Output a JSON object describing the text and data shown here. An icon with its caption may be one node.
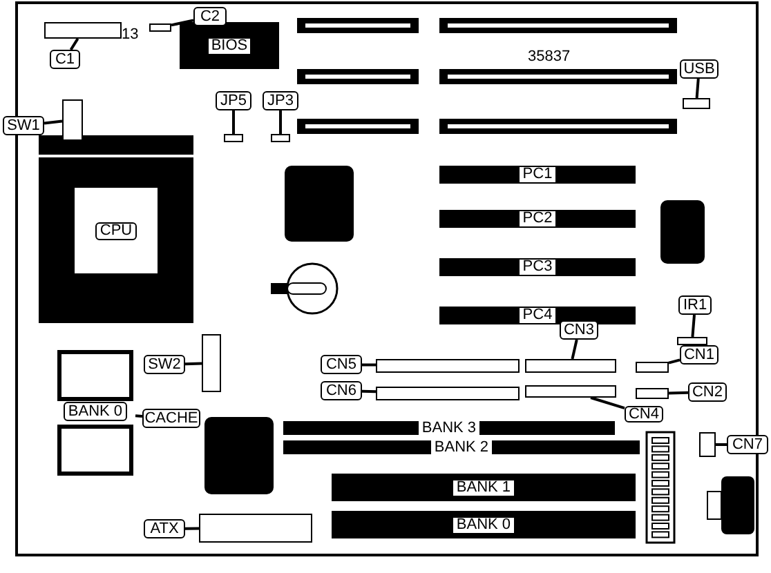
{
  "diagram": {
    "nodes": [
      {
        "text": [
          "C1"
        ]
      },
      {
        "text": [],
        "shape": "box"
      },
      {
        "text": [
          "C2"
        ]
      },
      {
        "text": [],
        "shape": "box"
      },
      {
        "text": [
          "BIOS"
        ]
      },
      {
        "text": [
          "SW1"
        ]
      },
      {
        "text": [],
        "shape": "box"
      },
      {
        "text": [
          "JP5"
        ]
      },
      {
        "text": [],
        "shape": "box"
      },
      {
        "text": [
          "JP3"
        ]
      },
      {
        "text": [],
        "shape": "box"
      },
      {
        "text": [
          "USB"
        ]
      },
      {
        "text": [],
        "shape": "box"
      },
      {
        "text": [
          "CPU"
        ]
      },
      {
        "text": [
          "PC1"
        ]
      },
      {
        "text": [
          "PC2"
        ]
      },
      {
        "text": [
          "PC3"
        ]
      },
      {
        "text": [
          "PC4"
        ]
      },
      {
        "text": [
          "SW2"
        ]
      },
      {
        "text": [],
        "shape": "box"
      },
      {
        "text": [
          "CN5"
        ]
      },
      {
        "text": [],
        "shape": "box"
      },
      {
        "text": [
          "CN6"
        ]
      },
      {
        "text": [],
        "shape": "box"
      },
      {
        "text": [
          "CN3"
        ]
      },
      {
        "text": [],
        "shape": "box"
      },
      {
        "text": [
          "IR1"
        ]
      },
      {
        "text": [],
        "shape": "box"
      },
      {
        "text": [
          "CN1"
        ]
      },
      {
        "text": [],
        "shape": "box"
      },
      {
        "text": [
          "CN2"
        ]
      },
      {
        "text": [],
        "shape": "box"
      },
      {
        "text": [
          "CN4"
        ]
      },
      {
        "text": [],
        "shape": "box"
      },
      {
        "text": [
          "CN7"
        ]
      },
      {
        "text": [],
        "shape": "box"
      },
      {
        "text": [
          "ATX"
        ]
      },
      {
        "text": [],
        "shape": "box"
      },
      {
        "text": [
          "CACHE"
        ]
      },
      {
        "text": [],
        "shape": "box"
      },
      {
        "text": [
          "BANK 0"
        ],
        "in": 39
      },
      {
        "text": [
          "BANK 3"
        ]
      },
      {
        "text": [
          "BANK 2"
        ]
      },
      {
        "text": [
          "BANK 1"
        ]
      },
      {
        "text": [
          "BANK 0"
        ]
      }
    ],
    "edges": [
      {
        "from": 0,
        "to": 1,
        "arrow": "none"
      },
      {
        "from": 2,
        "to": 3,
        "arrow": "none"
      },
      {
        "from": 5,
        "to": 6,
        "arrow": "none"
      },
      {
        "from": 7,
        "to": 8,
        "arrow": "none"
      },
      {
        "from": 9,
        "to": 10,
        "arrow": "none"
      },
      {
        "from": 11,
        "to": 12,
        "arrow": "none"
      },
      {
        "from": 18,
        "to": 19,
        "arrow": "none"
      },
      {
        "from": 20,
        "to": 21,
        "arrow": "none"
      },
      {
        "from": 22,
        "to": 23,
        "arrow": "none"
      },
      {
        "from": 24,
        "to": 25,
        "arrow": "none"
      },
      {
        "from": 26,
        "to": 27,
        "arrow": "none"
      },
      {
        "from": 28,
        "to": 29,
        "arrow": "none"
      },
      {
        "from": 30,
        "to": 31,
        "arrow": "none"
      },
      {
        "from": 32,
        "to": 33,
        "arrow": "none"
      },
      {
        "from": 34,
        "to": 35,
        "arrow": "none"
      },
      {
        "from": 36,
        "to": 37,
        "arrow": "none"
      },
      {
        "from": 38,
        "to": 39,
        "arrow": "none"
      }
    ],
    "labels": [
      "13",
      "35837"
    ]
  }
}
